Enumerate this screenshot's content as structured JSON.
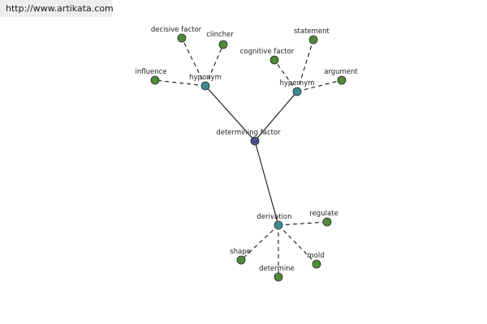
{
  "site": {
    "url": "http://www.artikata.com"
  },
  "colors": {
    "center": "#4a4f8f",
    "hub": "#3e8a93",
    "leaf": "#4f8a3b",
    "node_stroke": "#2a2a2a",
    "edge": "#000000",
    "background": "#ffffff"
  },
  "graph": {
    "nodes": [
      {
        "id": "determining-factor",
        "label": "determining factor",
        "kind": "center"
      },
      {
        "id": "hyponym",
        "label": "hyponym",
        "kind": "hub"
      },
      {
        "id": "hypernym",
        "label": "hypernym",
        "kind": "hub"
      },
      {
        "id": "derivation",
        "label": "derivation",
        "kind": "hub"
      },
      {
        "id": "decisive-factor",
        "label": "decisive factor",
        "kind": "leaf"
      },
      {
        "id": "clincher",
        "label": "clincher",
        "kind": "leaf"
      },
      {
        "id": "influence",
        "label": "influence",
        "kind": "leaf"
      },
      {
        "id": "statement",
        "label": "statement",
        "kind": "leaf"
      },
      {
        "id": "cognitive-factor",
        "label": "cognitive factor",
        "kind": "leaf"
      },
      {
        "id": "argument",
        "label": "argument",
        "kind": "leaf"
      },
      {
        "id": "regulate",
        "label": "regulate",
        "kind": "leaf"
      },
      {
        "id": "shape",
        "label": "shape",
        "kind": "leaf"
      },
      {
        "id": "determine",
        "label": "determine",
        "kind": "leaf"
      },
      {
        "id": "mold",
        "label": "mold",
        "kind": "leaf"
      }
    ],
    "edges": [
      {
        "from": "determining-factor",
        "to": "hyponym",
        "style": "solid"
      },
      {
        "from": "determining-factor",
        "to": "hypernym",
        "style": "solid"
      },
      {
        "from": "determining-factor",
        "to": "derivation",
        "style": "solid"
      },
      {
        "from": "hyponym",
        "to": "decisive-factor",
        "style": "dashed"
      },
      {
        "from": "hyponym",
        "to": "clincher",
        "style": "dashed"
      },
      {
        "from": "hyponym",
        "to": "influence",
        "style": "dashed"
      },
      {
        "from": "hypernym",
        "to": "statement",
        "style": "dashed"
      },
      {
        "from": "hypernym",
        "to": "cognitive-factor",
        "style": "dashed"
      },
      {
        "from": "hypernym",
        "to": "argument",
        "style": "dashed"
      },
      {
        "from": "derivation",
        "to": "regulate",
        "style": "dashed"
      },
      {
        "from": "derivation",
        "to": "shape",
        "style": "dashed"
      },
      {
        "from": "derivation",
        "to": "determine",
        "style": "dashed"
      },
      {
        "from": "derivation",
        "to": "mold",
        "style": "dashed"
      }
    ]
  }
}
